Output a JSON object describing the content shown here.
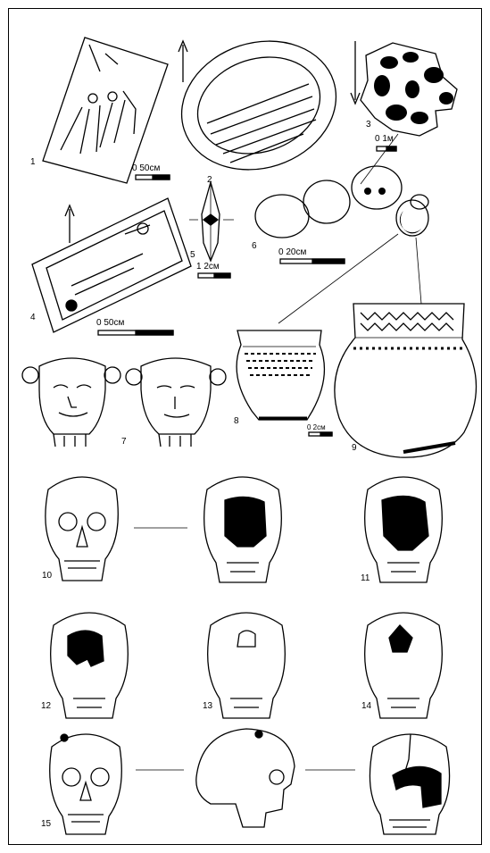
{
  "figure_numbers": [
    "1",
    "2",
    "3",
    "4",
    "5",
    "6",
    "7",
    "8",
    "9",
    "10",
    "11",
    "12",
    "13",
    "14",
    "15"
  ],
  "scale_labels": {
    "s1": "0  50см",
    "s3": "0  1м",
    "s4": "0         50см",
    "s5": "1   2см",
    "s6": "0          20см",
    "s8": "0   2см"
  },
  "colors": {
    "ink": "#000000",
    "paper": "#ffffff"
  },
  "icons": [
    "north-arrow-icon",
    "scale-bar-icon"
  ]
}
